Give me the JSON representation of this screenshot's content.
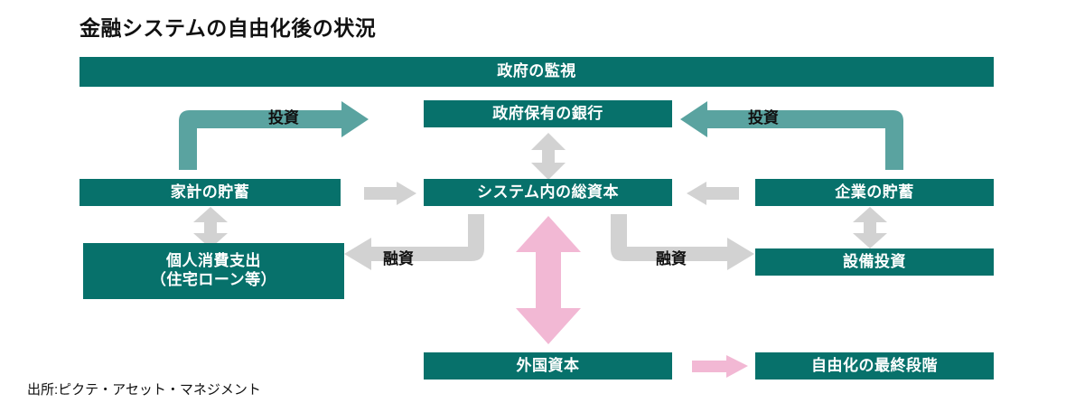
{
  "title": "金融システムの自由化後の状況",
  "colors": {
    "teal": "#07716b",
    "teal_arrow": "#5aa3a0",
    "gray_arrow": "#d2d2d2",
    "pink_arrow": "#f2b8d4",
    "text_dark": "#111111",
    "box_text": "#ffffff",
    "background": "#ffffff"
  },
  "boxes": {
    "government_oversight": "政府の監視",
    "government_owned_bank": "政府保有の銀行",
    "household_savings": "家計の貯蓄",
    "total_capital_in_system": "システム内の総資本",
    "corporate_savings": "企業の貯蓄",
    "personal_consumption": "個人消費支出\n（住宅ローン等）",
    "capital_investment": "設備投資",
    "foreign_capital": "外国資本",
    "final_stage_liberalization": "自由化の最終段階"
  },
  "arrow_labels": {
    "investment_left": "投資",
    "investment_right": "投資",
    "loan_left": "融資",
    "loan_right": "融資"
  },
  "footer": {
    "source": "出所:ピクテ・アセット・マネジメント"
  }
}
